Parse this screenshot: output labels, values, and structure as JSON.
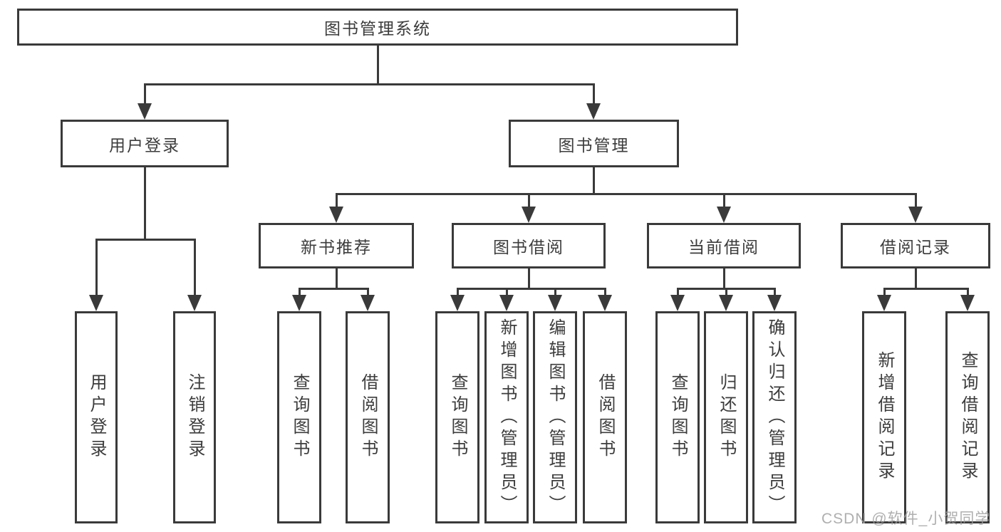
{
  "diagram_title": "图书管理系统",
  "nodes": {
    "root": "图书管理系统",
    "login": "用户登录",
    "book_mgmt": "图书管理",
    "new_books": "新书推荐",
    "book_borrow": "图书借阅",
    "current_borrow": "当前借阅",
    "borrow_records": "借阅记录",
    "user_login": "用户登录",
    "logout": "注销登录",
    "nb_query": "查询图书",
    "nb_borrow": "借阅图书",
    "bb_query": "查询图书",
    "bb_add": "新增图书（管理员）",
    "bb_edit": "编辑图书（管理员）",
    "bb_borrow": "借阅图书",
    "cb_query": "查询图书",
    "cb_return": "归还图书",
    "cb_confirm": "确认归还（管理员）",
    "rec_add": "新增借阅记录",
    "rec_query": "查询借阅记录"
  },
  "hierarchy": {
    "图书管理系统": [
      "用户登录",
      "图书管理"
    ],
    "用户登录": [
      "用户登录",
      "注销登录"
    ],
    "图书管理": [
      "新书推荐",
      "图书借阅",
      "当前借阅",
      "借阅记录"
    ],
    "新书推荐": [
      "查询图书",
      "借阅图书"
    ],
    "图书借阅": [
      "查询图书",
      "新增图书（管理员）",
      "编辑图书（管理员）",
      "借阅图书"
    ],
    "当前借阅": [
      "查询图书",
      "归还图书",
      "确认归还（管理员）"
    ],
    "借阅记录": [
      "新增借阅记录",
      "查询借阅记录"
    ]
  },
  "watermark": "CSDN @软件_小贺同学",
  "colors": {
    "line": "#3a3a3a",
    "box_border": "#3a3a3a",
    "text": "#3c3c3c",
    "background": "#ffffff",
    "watermark": "#9e9e9e"
  }
}
